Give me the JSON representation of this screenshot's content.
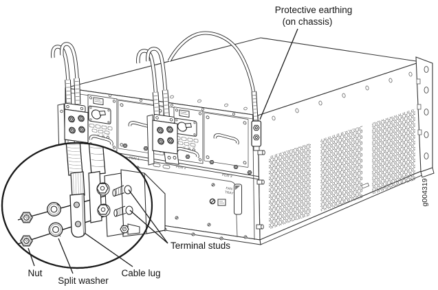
{
  "figure": {
    "type": "hardware-installation-diagram",
    "subject": "Connecting power cable lugs to DC power supply terminal studs on a chassis",
    "background_color": "#ffffff",
    "line_color": "#222222",
    "callouts": {
      "protective_earthing_line1": "Protective earthing",
      "protective_earthing_line2": "(on chassis)",
      "terminal_studs": "Terminal studs",
      "nut": "Nut",
      "split_washer": "Split washer",
      "cable_lug": "Cable lug"
    },
    "panel_labels": {
      "pem1": "PEM 1",
      "pem2": "PEM 2",
      "pem3": "PEM 3",
      "fan_tray_line1": "FAN",
      "fan_tray_line2": "TRAY"
    },
    "figure_id": "g004319"
  }
}
